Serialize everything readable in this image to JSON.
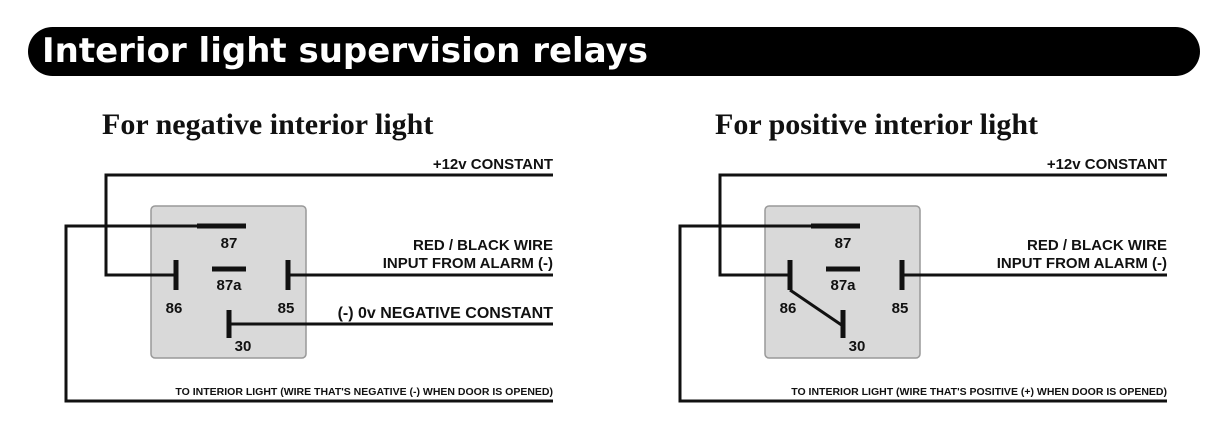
{
  "banner": {
    "title": "Interior light supervision relays"
  },
  "colors": {
    "banner_bg": "#000000",
    "banner_text": "#ffffff",
    "relay_fill": "#d9d9d9",
    "wire": "#111111"
  },
  "panels": [
    {
      "heading": "For negative interior light",
      "constant_label": "+12v CONSTANT",
      "input_label_1": "RED / BLACK WIRE",
      "input_label_2": "INPUT FROM ALARM (-)",
      "neg_label": "(-) 0v NEGATIVE CONSTANT",
      "bottom_label": "TO INTERIOR LIGHT (WIRE THAT'S NEGATIVE (-) WHEN DOOR IS OPENED)",
      "pins": {
        "p87": "87",
        "p87a": "87a",
        "p86": "86",
        "p85": "85",
        "p30": "30"
      }
    },
    {
      "heading": "For positive interior light",
      "constant_label": "+12v CONSTANT",
      "input_label_1": "RED / BLACK WIRE",
      "input_label_2": "INPUT FROM ALARM (-)",
      "bottom_label": "TO INTERIOR LIGHT (WIRE THAT'S POSITIVE (+) WHEN DOOR IS OPENED)",
      "pins": {
        "p87": "87",
        "p87a": "87a",
        "p86": "86",
        "p85": "85",
        "p30": "30"
      }
    }
  ]
}
